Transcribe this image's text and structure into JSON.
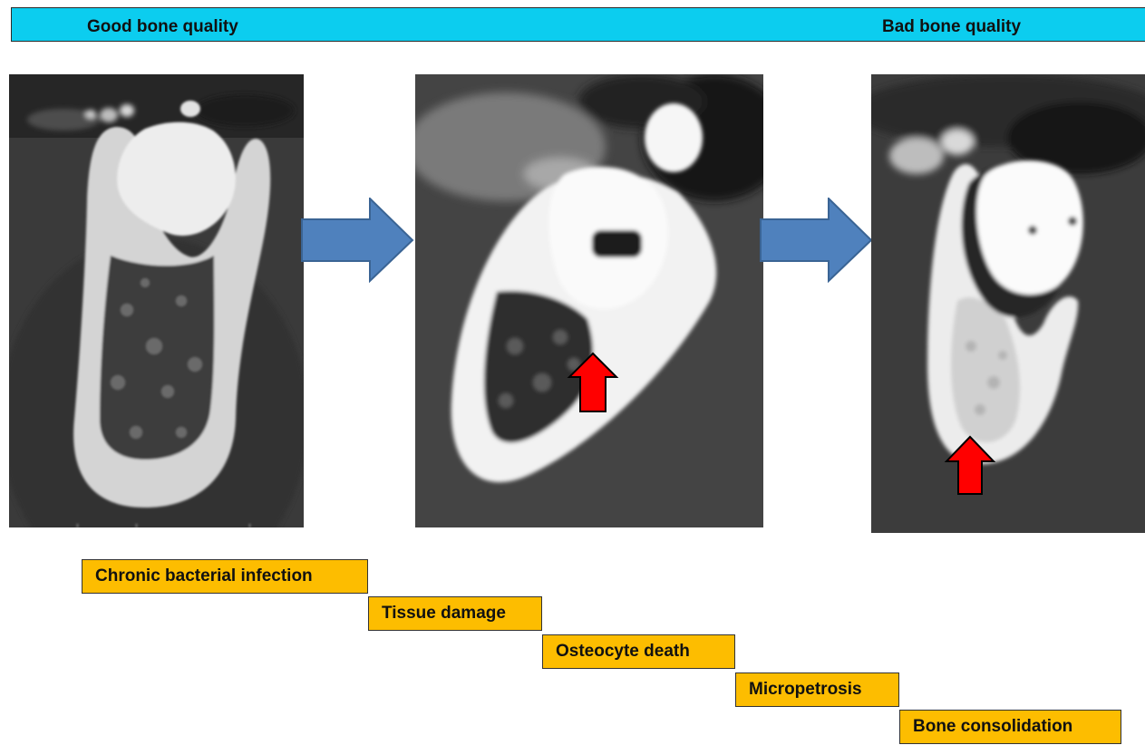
{
  "header": {
    "left_label": "Good bone quality",
    "right_label": "Bad bone quality",
    "color": "#0ccdef"
  },
  "images": [
    {
      "name": "ct-scan-good",
      "icon": "ct-scan"
    },
    {
      "name": "ct-scan-intermediate",
      "icon": "ct-scan",
      "marker": "red-up-arrow-icon"
    },
    {
      "name": "ct-scan-bad",
      "icon": "ct-scan",
      "marker": "red-up-arrow-icon"
    }
  ],
  "progression_arrows": {
    "color": "#4f81bd",
    "count": 2
  },
  "steps": [
    {
      "label": "Chronic bacterial infection"
    },
    {
      "label": "Tissue damage"
    },
    {
      "label": "Osteocyte death"
    },
    {
      "label": "Micropetrosis"
    },
    {
      "label": "Bone consolidation"
    }
  ],
  "step_color": "#fdbd00",
  "marker_color": "#ff0000"
}
